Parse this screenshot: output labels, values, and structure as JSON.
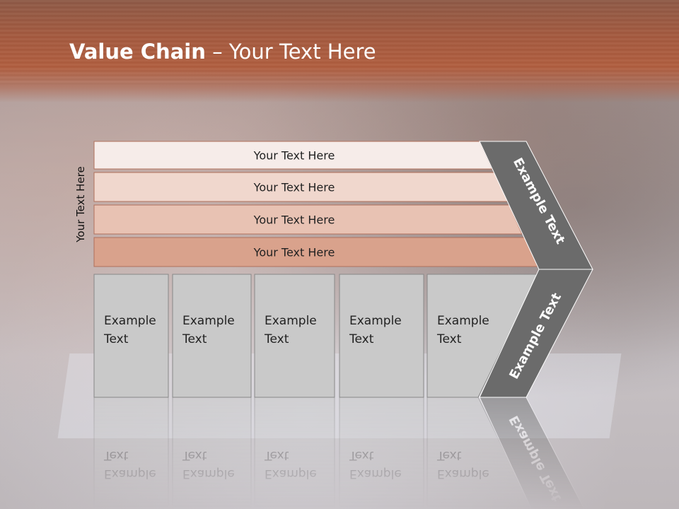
{
  "title": {
    "bold": "Value Chain",
    "rest": " – Your Text Here"
  },
  "vertical_label": "Your Text Here",
  "bands": [
    {
      "label": "Your Text Here",
      "fill": "#f6ece9"
    },
    {
      "label": "Your Text Here",
      "fill": "#f0d7cd"
    },
    {
      "label": "Your Text Here",
      "fill": "#e8c2b3"
    },
    {
      "label": "Your Text Here",
      "fill": "#d9a28c"
    }
  ],
  "boxes": [
    {
      "line1": "Example",
      "line2": "Text"
    },
    {
      "line1": "Example",
      "line2": "Text"
    },
    {
      "line1": "Example",
      "line2": "Text"
    },
    {
      "line1": "Example",
      "line2": "Text"
    },
    {
      "line1": "Example",
      "line2": "Text"
    }
  ],
  "arrow_upper_label": "Example Text",
  "arrow_lower_label": "Example Text",
  "colors": {
    "header": "#a45a3f",
    "arrow": "#6b6b6b",
    "box": "#c9c9c9",
    "band_border": "#b0705c"
  }
}
